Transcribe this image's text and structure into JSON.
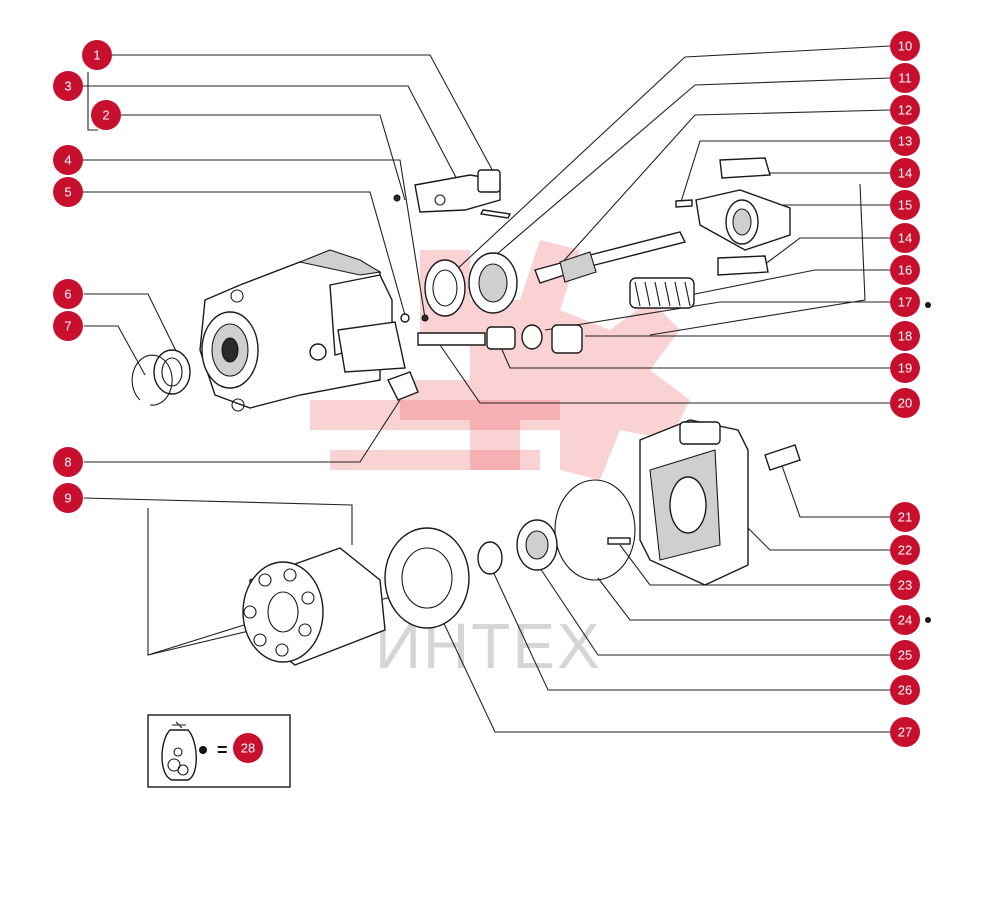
{
  "watermark": {
    "brand_text": "ИНТЕХ"
  },
  "callouts": [
    {
      "n": "1"
    },
    {
      "n": "2"
    },
    {
      "n": "3"
    },
    {
      "n": "4"
    },
    {
      "n": "5"
    },
    {
      "n": "6"
    },
    {
      "n": "7"
    },
    {
      "n": "8"
    },
    {
      "n": "9"
    },
    {
      "n": "10"
    },
    {
      "n": "11"
    },
    {
      "n": "12"
    },
    {
      "n": "13"
    },
    {
      "n": "14"
    },
    {
      "n": "15"
    },
    {
      "n": "14"
    },
    {
      "n": "16"
    },
    {
      "n": "17"
    },
    {
      "n": "18"
    },
    {
      "n": "19"
    },
    {
      "n": "20"
    },
    {
      "n": "21"
    },
    {
      "n": "22"
    },
    {
      "n": "23"
    },
    {
      "n": "24"
    },
    {
      "n": "25"
    },
    {
      "n": "26"
    },
    {
      "n": "27"
    }
  ],
  "legend": {
    "equals": "=",
    "kit_number": "28"
  },
  "colors": {
    "badge": "#c8102e",
    "watermark": "#e8333a"
  }
}
